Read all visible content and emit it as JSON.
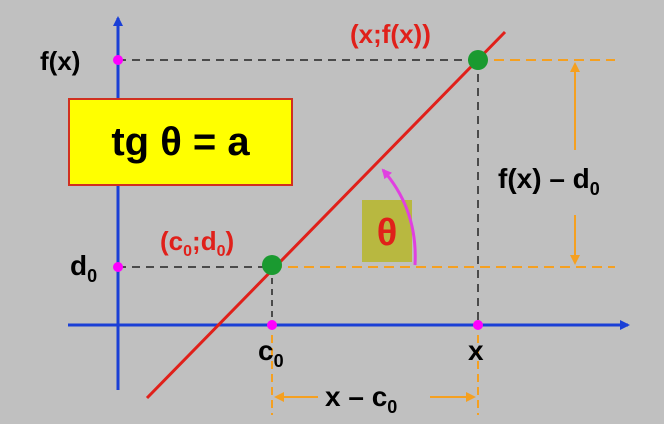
{
  "colors": {
    "background": "#c0c0c0",
    "axis": "#1a3fd6",
    "line": "#e0201a",
    "point": "#1a9a30",
    "tick": "#ff00ff",
    "dashed_guide": "#222222",
    "dashed_orange": "#f5a020",
    "orange_label": "#e0a000",
    "angle_arc": "#e040e0",
    "theta_box": "#b8b840",
    "formula_box": "#ffff00",
    "formula_border": "#d03020"
  },
  "formula": {
    "text": "tg θ = a"
  },
  "theta": {
    "symbol": "θ"
  },
  "points": {
    "upper": {
      "label": "(x;f(x))"
    },
    "lower": {
      "label_prefix": "(c",
      "label_mid": ";d",
      "label_suffix": ")",
      "sub": "0"
    }
  },
  "axis_labels": {
    "fx": "f(x)",
    "d0_base": "d",
    "d0_sub": "0",
    "c0_base": "c",
    "c0_sub": "0",
    "x": "x"
  },
  "measures": {
    "vertical": {
      "base": "f(x) – d",
      "sub": "0"
    },
    "horizontal": {
      "base": "x – c",
      "sub": "0"
    }
  }
}
